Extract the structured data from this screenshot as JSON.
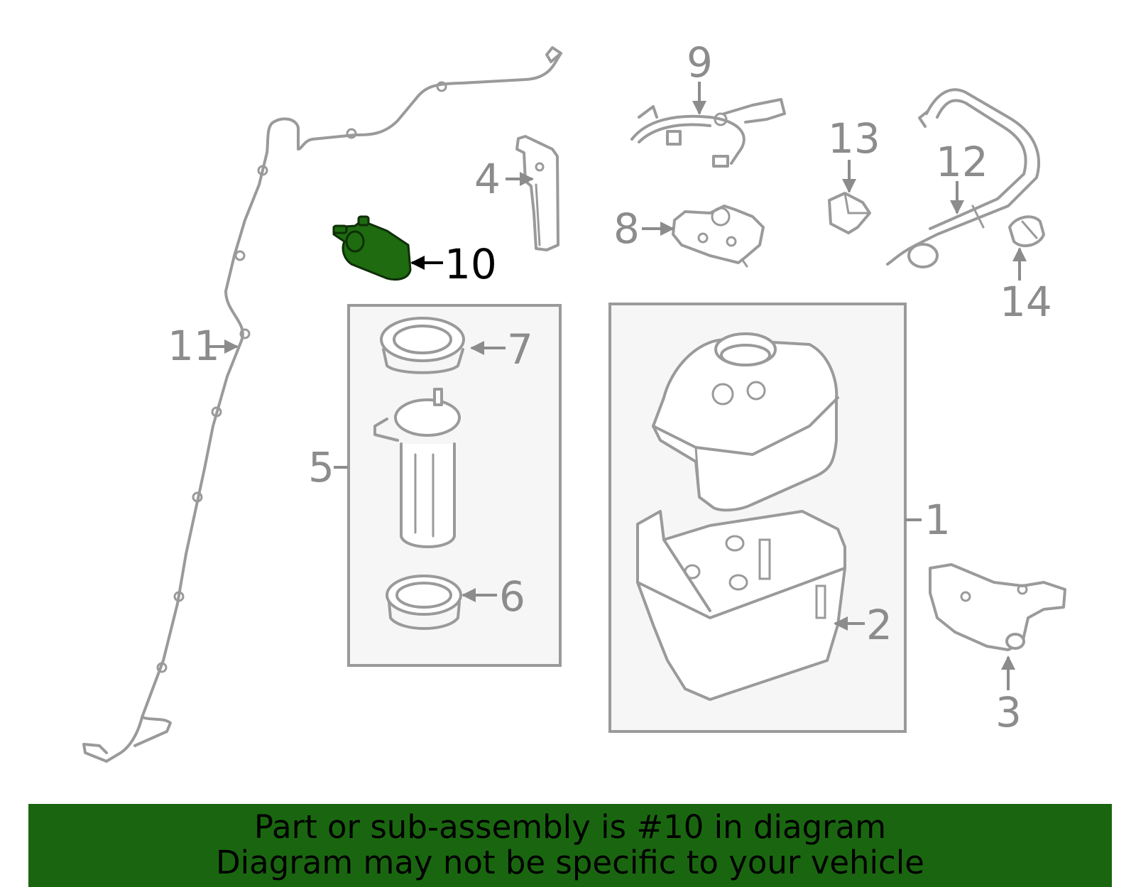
{
  "callouts": {
    "c1": "1",
    "c2": "2",
    "c3": "3",
    "c4": "4",
    "c5": "5",
    "c6": "6",
    "c7": "7",
    "c8": "8",
    "c9": "9",
    "c10": "10",
    "c11": "11",
    "c12": "12",
    "c13": "13",
    "c14": "14"
  },
  "highlighted_part": "10",
  "colors": {
    "highlight": "#1e6b10",
    "banner": "#1a6610",
    "line": "#9a9a9a"
  },
  "banner": {
    "line1": "Part or sub-assembly is #10 in diagram",
    "line2": "Diagram may not be specific to your vehicle"
  }
}
